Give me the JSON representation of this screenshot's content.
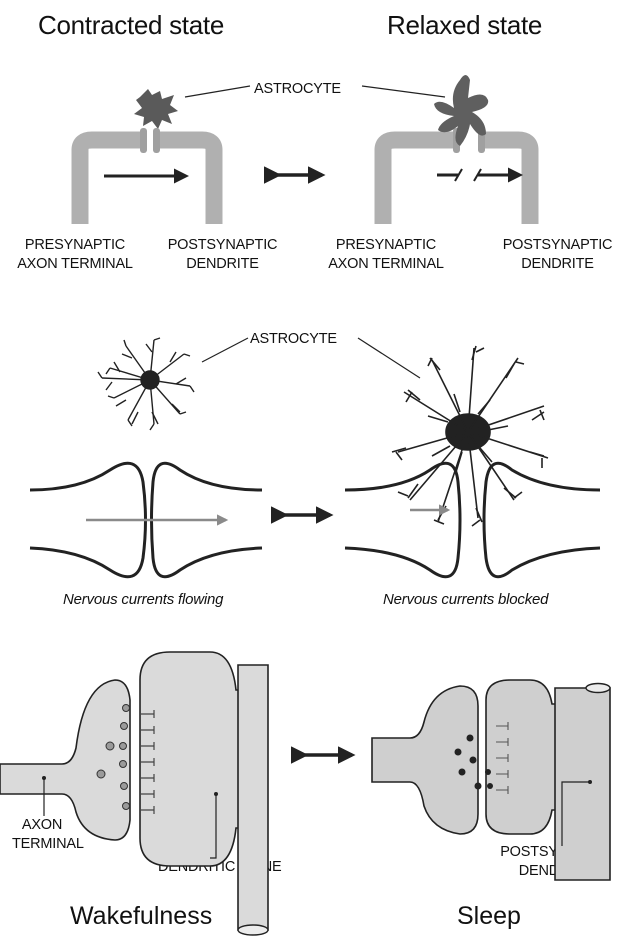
{
  "titles": {
    "contracted": "Contracted state",
    "relaxed": "Relaxed state"
  },
  "panel1": {
    "astrocyte": "ASTROCYTE",
    "left_pre": [
      "PRESYNAPTIC",
      "AXON TERMINAL"
    ],
    "left_post": [
      "POSTSYNAPTIC",
      "DENDRITE"
    ],
    "right_pre": [
      "PRESYNAPTIC",
      "AXON TERMINAL"
    ],
    "right_post": [
      "POSTSYNAPTIC",
      "DENDRITE"
    ]
  },
  "panel2": {
    "astrocyte": "ASTROCYTE",
    "caption_left": "Nervous currents flowing",
    "caption_right": "Nervous currents blocked"
  },
  "panel3": {
    "axon": [
      "AXON",
      "TERMINAL"
    ],
    "spine": "DENDRITIC SPINE",
    "dendrite": [
      "POSTSYNAPTIC",
      "DENDRITE"
    ]
  },
  "footer": {
    "wake": "Wakefulness",
    "sleep": "Sleep"
  },
  "colors": {
    "astro": "#555555",
    "neuron": "#b0b0b0",
    "bouton": "#dadada",
    "line": "#222222",
    "arrow_grey": "#8a8a8a"
  }
}
